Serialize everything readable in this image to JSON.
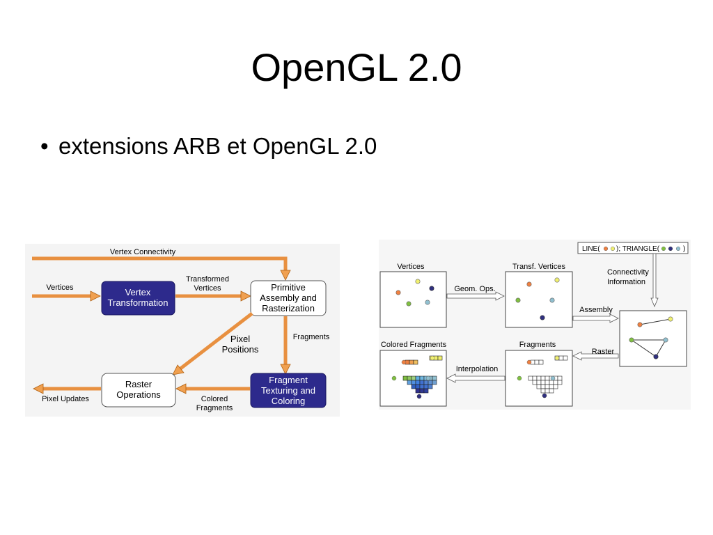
{
  "slide": {
    "title": "OpenGL 2.0",
    "bullet_symbol": "•",
    "bullet_text": "extensions ARB et OpenGL 2.0"
  },
  "left_diagram": {
    "vertex_connectivity": "Vertex Connectivity",
    "vertices_label": "Vertices",
    "vertex_transformation_l1": "Vertex",
    "vertex_transformation_l2": "Transformation",
    "transformed_vertices_l1": "Transformed",
    "transformed_vertices_l2": "Vertices",
    "primitive_l1": "Primitive",
    "primitive_l2": "Assembly and",
    "primitive_l3": "Rasterization",
    "fragments_label": "Fragments",
    "pixel_positions_l1": "Pixel",
    "pixel_positions_l2": "Positions",
    "fragment_l1": "Fragment",
    "fragment_l2": "Texturing and",
    "fragment_l3": "Coloring",
    "raster_ops_l1": "Raster",
    "raster_ops_l2": "Operations",
    "colored_fragments_l1": "Colored",
    "colored_fragments_l2": "Fragments",
    "pixel_updates": "Pixel Updates"
  },
  "right_diagram": {
    "vertices": "Vertices",
    "transf_vertices": "Transf. Vertices",
    "geom_ops": "Geom. Ops.",
    "legend_line_prefix": "LINE(",
    "legend_mid": "); TRIANGLE(",
    "legend_end": ")",
    "connectivity_l1": "Connectivity",
    "connectivity_l2": "Information",
    "assembly": "Assembly",
    "raster": "Raster",
    "colored_fragments": "Colored Fragments",
    "fragments": "Fragments",
    "interpolation": "Interpolation"
  },
  "colors": {
    "arrow_orange": "#f0a050",
    "box_blue": "#2d2a8c",
    "dot_orange": "#f08040",
    "dot_yellow": "#f0f070",
    "dot_green": "#80c040",
    "dot_navy": "#303080",
    "dot_lightblue": "#90c0d0"
  }
}
